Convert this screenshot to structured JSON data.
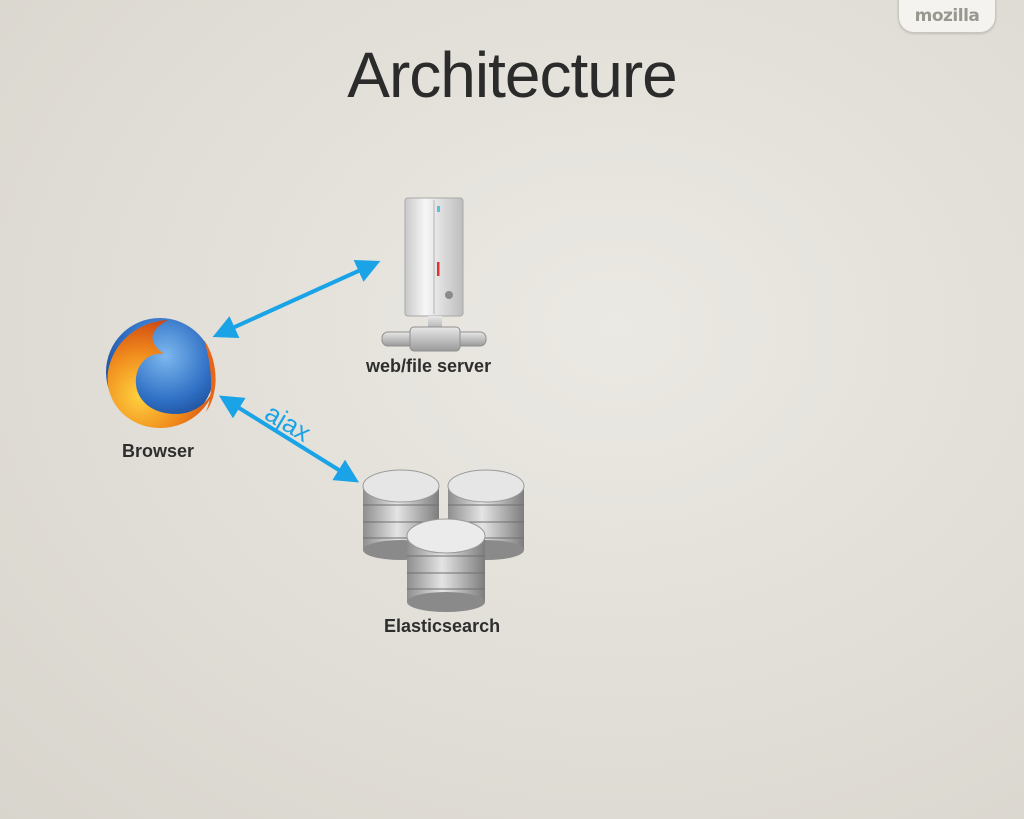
{
  "slide": {
    "logo_text": "mozilla",
    "title": "Architecture"
  },
  "nodes": {
    "browser": {
      "label": "Browser",
      "icon": "firefox-icon"
    },
    "server": {
      "label": "web/file server",
      "icon": "server-icon"
    },
    "search": {
      "label": "Elasticsearch",
      "icon": "database-icon"
    }
  },
  "edges": {
    "browser_server": {
      "label": ""
    },
    "browser_search": {
      "label": "ajax"
    }
  },
  "colors": {
    "arrow": "#1aa3e6",
    "title": "#2b2b2b",
    "label": "#2e2e2e"
  }
}
